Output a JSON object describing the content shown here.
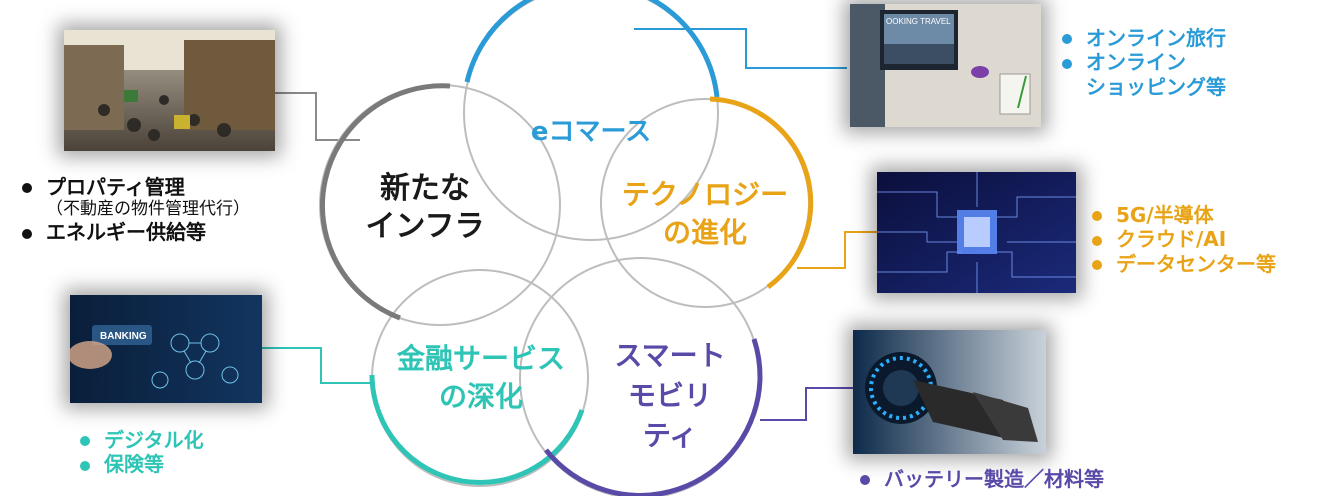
{
  "colors": {
    "ecommerce": "#2a9bd7",
    "technology": "#e8a317",
    "infra": "#7a7a7a",
    "finance": "#2ec4b6",
    "mobility": "#5a4aa8"
  },
  "circles": {
    "ecommerce": "eコマース",
    "infra": [
      "新たな",
      "インフラ"
    ],
    "technology": [
      "テクノロジー",
      "の進化"
    ],
    "finance": [
      "金融サービス",
      "の深化"
    ],
    "mobility": [
      "スマート",
      "モビリ",
      "ティ"
    ]
  },
  "photos": {
    "travel_sign": "OOKING TRAVEL",
    "banking_label": "BANKING"
  },
  "bullets": {
    "infra": {
      "item1": "プロパティ管理",
      "item1_sub": "（不動産の物件管理代行）",
      "item2": "エネルギー供給等"
    },
    "ecommerce": {
      "item1": "オンライン旅行",
      "item2_line1": "オンライン",
      "item2_line2": "ショッピング等"
    },
    "technology": {
      "item1": "5G/半導体",
      "item2": "クラウド/AI",
      "item3": "データセンター等"
    },
    "finance": {
      "item1": "デジタル化",
      "item2": "保険等"
    },
    "mobility": {
      "item1": "バッテリー製造／材料等"
    }
  }
}
